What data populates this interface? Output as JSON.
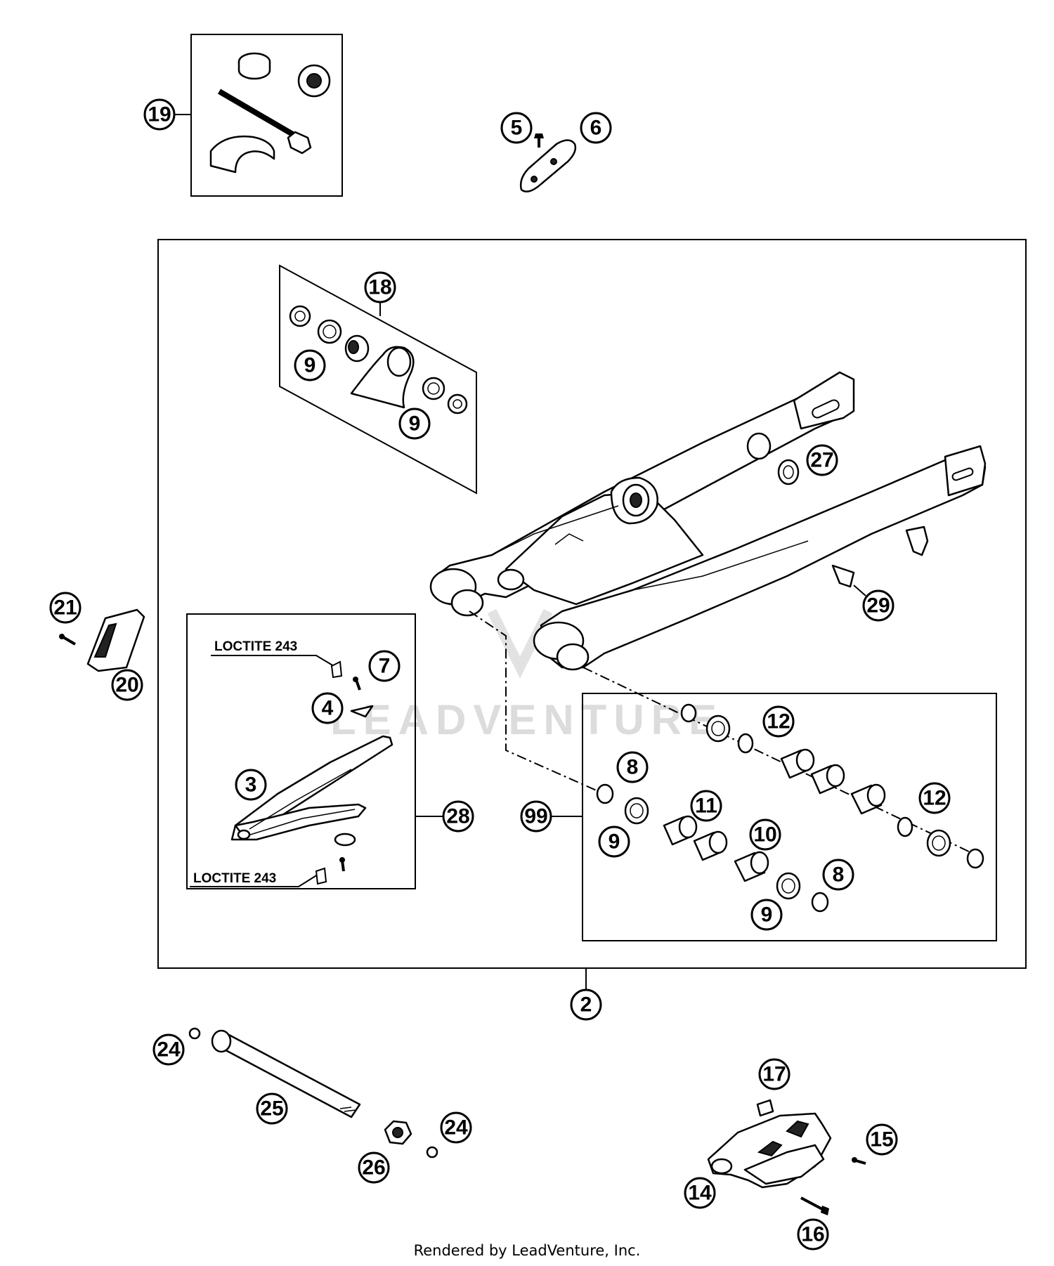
{
  "diagram": {
    "callouts": {
      "c19": "19",
      "c5": "5",
      "c6": "6",
      "c18": "18",
      "c9a": "9",
      "c9b": "9",
      "c27": "27",
      "c29": "29",
      "c21": "21",
      "c20": "20",
      "c7": "7",
      "c4": "4",
      "c3": "3",
      "c28": "28",
      "c12a": "12",
      "c8a": "8",
      "c11": "11",
      "c12b": "12",
      "c99": "99",
      "c9c": "9",
      "c10": "10",
      "c8b": "8",
      "c9d": "9",
      "c2": "2",
      "c24a": "24",
      "c25": "25",
      "c24b": "24",
      "c26": "26",
      "c17": "17",
      "c15": "15",
      "c14": "14",
      "c16": "16"
    },
    "notes": {
      "loctite_top": "LOCTITE 243",
      "loctite_bottom": "LOCTITE 243"
    },
    "watermark": "LEADVENTURE",
    "footer": "Rendered by LeadVenture, Inc."
  }
}
